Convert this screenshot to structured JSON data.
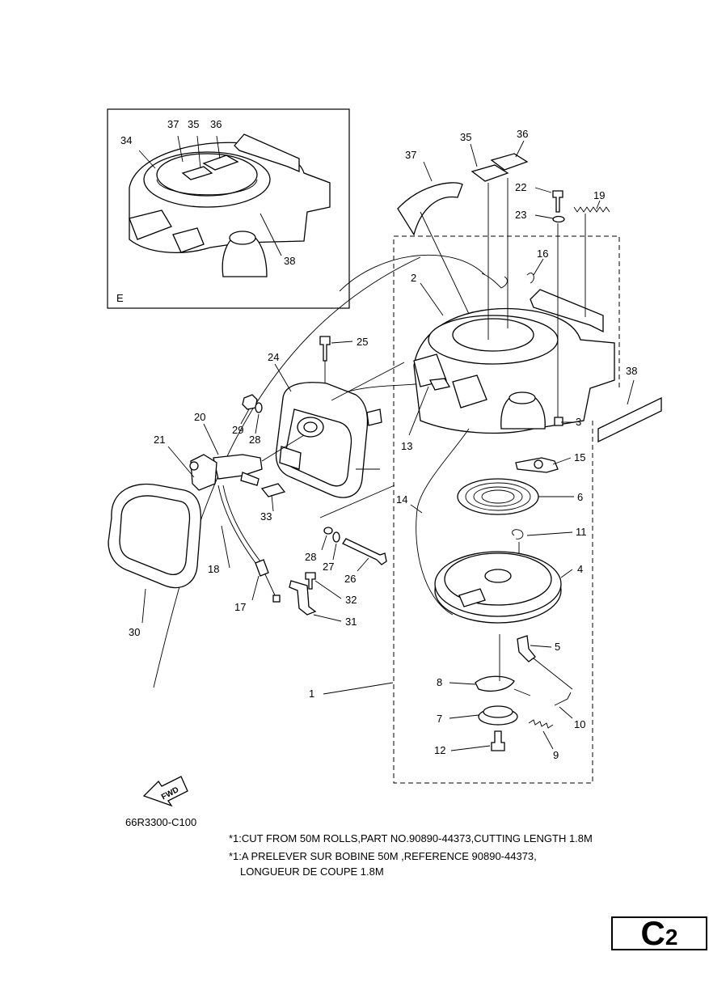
{
  "inset": {
    "label": "E",
    "callouts": [
      "37",
      "35",
      "36",
      "34",
      "38"
    ]
  },
  "callouts": [
    "37",
    "35",
    "36",
    "22",
    "19",
    "23",
    "16",
    "2",
    "25",
    "24",
    "29",
    "28",
    "20",
    "21",
    "13",
    "3",
    "15",
    "14",
    "6",
    "33",
    "11",
    "28",
    "27",
    "26",
    "4",
    "18",
    "17",
    "32",
    "31",
    "30",
    "5",
    "1",
    "8",
    "7",
    "10",
    "12",
    "9",
    "38"
  ],
  "fwd_arrow": {
    "label": "FWD"
  },
  "drawing_code": "66R3300-C100",
  "notes": {
    "line1": "*1:CUT FROM 50M ROLLS,PART NO.90890-44373,CUTTING LENGTH 1.8M",
    "line2": "*1:A PRELEVER SUR BOBINE 50M ,REFERENCE 90890-44373,",
    "line3": "LONGUEUR DE COUPE 1.8M"
  },
  "page_label": {
    "letter": "C",
    "number": "2"
  }
}
